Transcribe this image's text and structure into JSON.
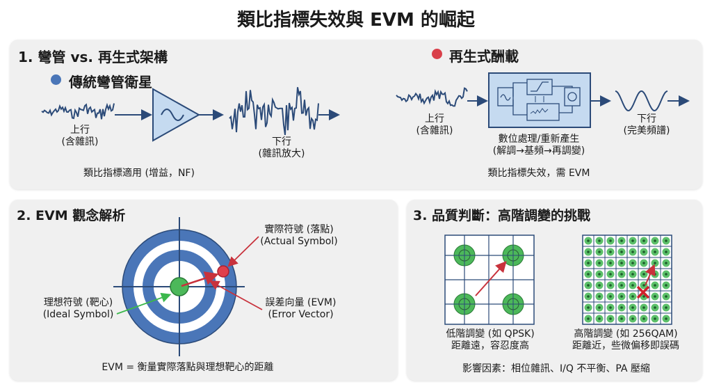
{
  "title": "類比指標失效與 EVM 的崛起",
  "colors": {
    "blue": "#4a76b8",
    "red": "#d9404a",
    "green": "#4cb85a",
    "navy": "#2b4a78",
    "panel": "#f0f0f0"
  },
  "section1": {
    "heading": "1. 彎管 vs. 再生式架構",
    "bent_pipe": {
      "title": "傳統彎管衛星",
      "uplink": "上行",
      "uplink_note": "(含雜訊)",
      "downlink": "下行",
      "downlink_note": "(雜訊放大)",
      "caption": "類比指標適用 (增益，NF)"
    },
    "regenerative": {
      "title": "再生式酬載",
      "uplink": "上行",
      "uplink_note": "(含雜訊)",
      "process": "數位處理/重新產生",
      "process_note": "(解調→基頻→再調變)",
      "downlink": "下行",
      "downlink_note": "(完美頻譜)",
      "caption": "類比指標失效，需 EVM"
    }
  },
  "section2": {
    "heading": "2. EVM 觀念解析",
    "actual_zh": "實際符號 (落點)",
    "actual_en": "(Actual Symbol)",
    "ideal_zh": "理想符號 (靶心)",
    "ideal_en": "(Ideal Symbol)",
    "error_zh": "誤差向量 (EVM)",
    "error_en": "(Error Vector)",
    "formula": "EVM = 衡量實際落點與理想靶心的距離"
  },
  "section3": {
    "heading": "3. 品質判斷：高階調變的挑戰",
    "low_title": "低階調變 (如 QPSK)",
    "low_note": "距離遠，容忍度高",
    "high_title": "高階調變 (如 256QAM)",
    "high_note": "距離近，些微偏移即誤碼",
    "factors": "影響因素：相位雜訊、I/Q 不平衡、PA 壓縮"
  }
}
